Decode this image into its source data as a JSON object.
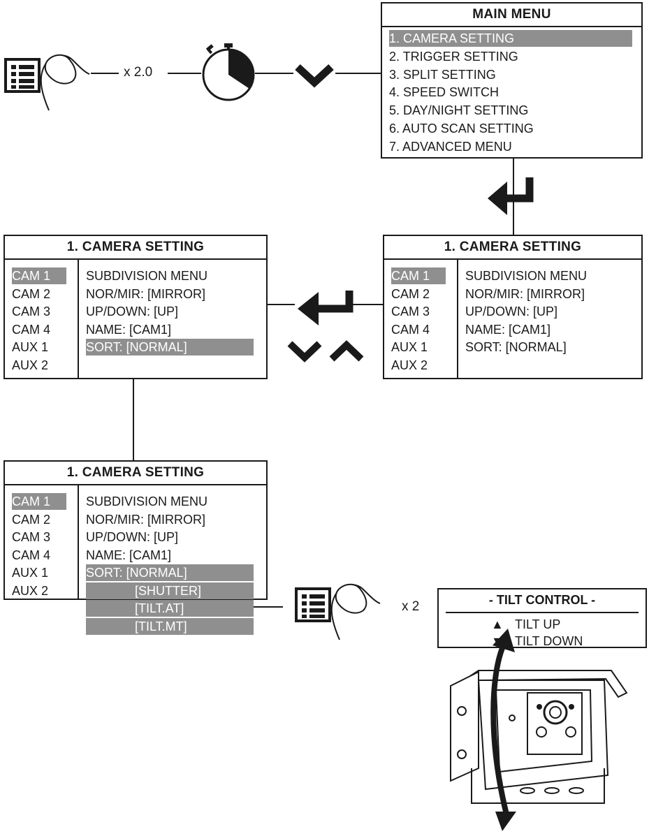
{
  "press_count_top": "x 2.0",
  "press_count_bottom": "x 2",
  "main_menu": {
    "title": "MAIN MENU",
    "items": [
      "1. CAMERA SETTING",
      "2. TRIGGER SETTING",
      "3. SPLIT SETTING",
      "4. SPEED SWITCH",
      "5. DAY/NIGHT SETTING",
      "6. AUTO SCAN SETTING",
      "7. ADVANCED MENU"
    ],
    "selected_index": 0
  },
  "camera_setting": {
    "title": "1. CAMERA SETTING",
    "cameras": [
      "CAM 1",
      "CAM 2",
      "CAM 3",
      "CAM 4",
      "AUX 1",
      "AUX 2"
    ],
    "options": [
      "SUBDIVISION MENU",
      "NOR/MIR: [MIRROR]",
      "UP/DOWN: [UP]",
      "NAME: [CAM1]",
      "SORT: [NORMAL]"
    ],
    "sort_choices": [
      "[SHUTTER]",
      "[TILT.AT]",
      "[TILT.MT]"
    ]
  },
  "tilt_control": {
    "title": "- TILT CONTROL -",
    "up_label": "TILT UP",
    "down_label": "TILT DOWN",
    "up_glyph": "▲",
    "down_glyph": "▼"
  },
  "colors": {
    "line": "#1a1a1a",
    "highlight": "#8f8f8f"
  }
}
